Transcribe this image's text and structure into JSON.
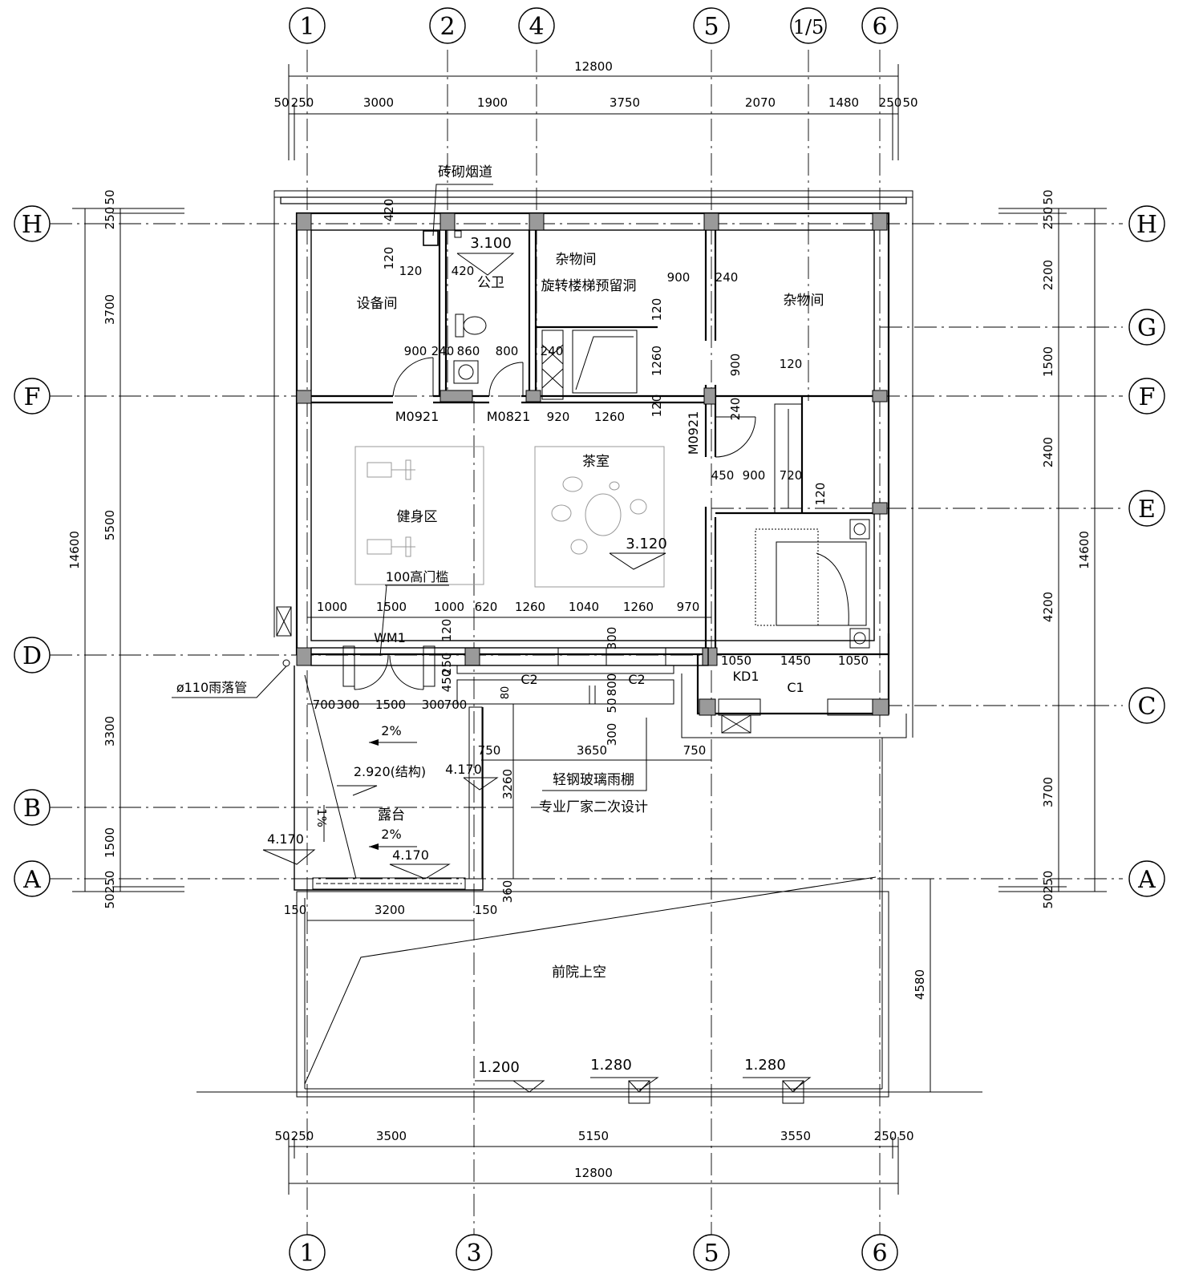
{
  "axes": {
    "top": [
      "1",
      "2",
      "4",
      "5",
      "1/5",
      "6"
    ],
    "bottom": [
      "1",
      "3",
      "5",
      "6"
    ],
    "left": [
      "H",
      "F",
      "D",
      "B",
      "A"
    ],
    "right": [
      "H",
      "G",
      "F",
      "E",
      "C",
      "A"
    ]
  },
  "dims": {
    "top_total": "12800",
    "top_parts": [
      "50",
      "250",
      "3000",
      "1900",
      "3750",
      "2070",
      "1480",
      "250",
      "50"
    ],
    "bottom_total": "12800",
    "bottom_parts": [
      "50",
      "250",
      "3500",
      "5150",
      "3550",
      "250",
      "50"
    ],
    "left_total": "14600",
    "left_parts": [
      "250",
      "50",
      "3700",
      "5500",
      "3300",
      "1500",
      "250",
      "50"
    ],
    "right_total": "14600",
    "right_parts": [
      "250",
      "50",
      "2200",
      "1500",
      "2400",
      "4200",
      "3700",
      "250",
      "50"
    ],
    "extra_4580": "4580"
  },
  "rooms": {
    "equipment": "设备间",
    "wc": "公卫",
    "storage1": "杂物间",
    "stair_hole": "旋转楼梯预留洞",
    "storage2": "杂物间",
    "gym": "健身区",
    "tea": "茶室",
    "terrace": "露台",
    "front_yard": "前院上空"
  },
  "notes": {
    "flue": "砖砌烟道",
    "threshold": "100高门槛",
    "downpipe": "ø110雨落管",
    "canopy": "轻钢玻璃雨棚",
    "canopy2": "专业厂家二次设计"
  },
  "doors": {
    "m0921a": "M0921",
    "m0821": "M0821",
    "m0921b": "M0921",
    "wm1": "WM1",
    "c2a": "C2",
    "c2b": "C2",
    "c1": "C1",
    "kd1": "KD1"
  },
  "elevations": {
    "wc": "3.100",
    "tea": "3.120",
    "terrace_struct": "2.920(结构)",
    "t1": "4.170",
    "t2": "4.170",
    "t3": "4.170",
    "y1": "1.200",
    "y2": "1.280",
    "y3": "1.280"
  },
  "slopes": {
    "s1": "2%",
    "s2": "2%",
    "s3": "1%"
  },
  "small_dims": {
    "d420a": "420",
    "d120a": "120",
    "d120b": "120",
    "d420b": "420",
    "d900a": "900",
    "d240a": "240",
    "d120c": "120",
    "d1260a": "1260",
    "d120d": "120",
    "d900b": "900",
    "d240b": "240",
    "d860": "860",
    "d800a": "800",
    "d240c": "240",
    "d920": "920",
    "d1260b": "1260",
    "d900c": "900",
    "d120e": "120",
    "d240d": "240",
    "d450": "450",
    "d900d": "900",
    "d720": "720",
    "d120f": "120",
    "d1000a": "1000",
    "d1500a": "1500",
    "d1000b": "1000",
    "d620": "620",
    "d1260c": "1260",
    "d1040": "1040",
    "d1260d": "1260",
    "d970": "970",
    "d120g": "120",
    "d300a": "300",
    "d250": "250",
    "d450b": "450",
    "d80": "80",
    "d800b": "800",
    "d50": "50",
    "d300b": "300",
    "d1050a": "1050",
    "d1450": "1450",
    "d1050b": "1050",
    "d700a": "700",
    "d300c": "300",
    "d1500b": "1500",
    "d300d": "300",
    "d700b": "700",
    "d750a": "750",
    "d3650": "3650",
    "d750b": "750",
    "d3260": "3260",
    "d360": "360",
    "d150a": "150",
    "d3200": "3200",
    "d150b": "150"
  }
}
